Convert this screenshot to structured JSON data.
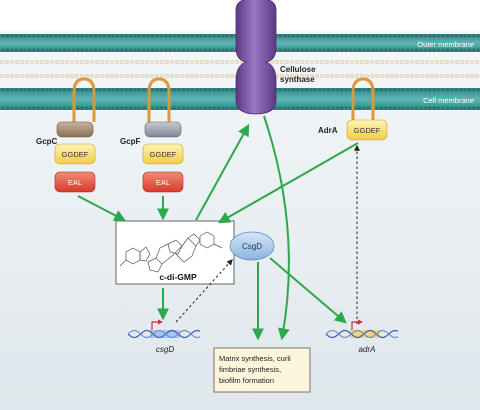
{
  "membranes": {
    "outer": "Outer membrane",
    "cell": "Cell membrane"
  },
  "cellulose_synthase": [
    "Cellulose",
    "synthase"
  ],
  "proteins": {
    "gcpc": {
      "name": "GcpC",
      "domains": [
        "GGDEF",
        "EAL"
      ]
    },
    "gcpf": {
      "name": "GcpF",
      "domains": [
        "GGDEF",
        "EAL"
      ]
    },
    "adra": {
      "name": "AdrA",
      "domains": [
        "GGDEF"
      ]
    }
  },
  "c_di_gmp_label": "c-di-GMP",
  "csgd_protein": "CsgD",
  "genes": {
    "csgd": "csgD",
    "adra": "adrA"
  },
  "output_box": [
    "Matrix synthesis, curli",
    "fimbriae synthesis,",
    "biofilm formation"
  ],
  "colors": {
    "membrane_teal": "#3f9c9a",
    "arrow_green": "#2ea84a",
    "synthase_purple": "#7b55a0",
    "ggdef_yellow": "#f7d96a",
    "eal_red": "#e2503f",
    "tether_orange": "#d89a3a",
    "csgd_blue": "#a9c8ea",
    "cytoplasm": "#e9eef2"
  }
}
